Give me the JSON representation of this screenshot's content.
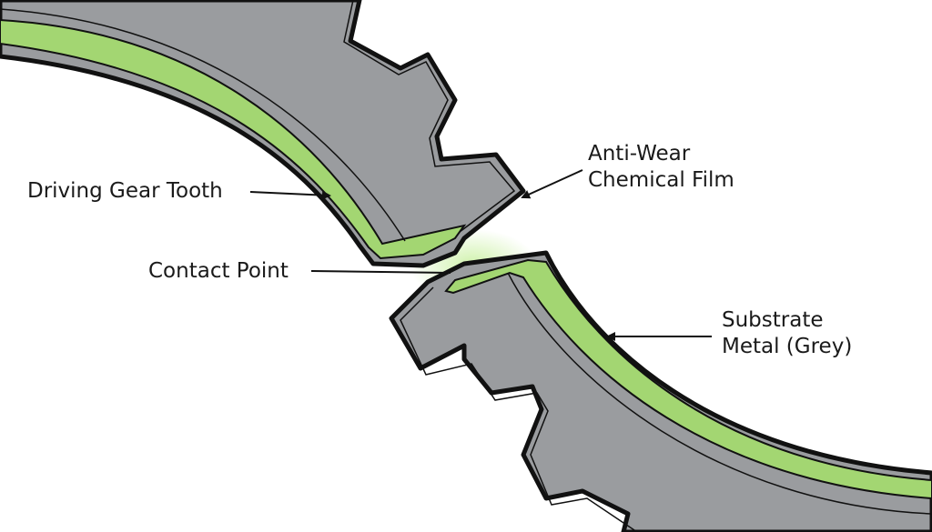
{
  "diagram": {
    "type": "labeled-cross-section",
    "subject": "Meshing gear teeth with anti-wear chemical film",
    "colors": {
      "background": "#ffffff",
      "substrate": "#9a9c9f",
      "film": "#a3d672",
      "outline": "#111111",
      "glow": "#c9f0a0"
    },
    "labels": {
      "driving_gear": "Driving Gear Tooth",
      "contact_point": "Contact Point",
      "film_line1": "Anti-Wear",
      "film_line2": "Chemical Film",
      "substrate_line1": "Substrate",
      "substrate_line2": "Metal (Grey)"
    },
    "components": [
      {
        "name": "Driving gear (upper-left)",
        "material": "substrate metal grey with green film layer"
      },
      {
        "name": "Driven gear (lower-right)",
        "material": "substrate metal grey with green film layer"
      },
      {
        "name": "Contact point",
        "description": "meeting point of two teeth with green glow"
      }
    ]
  }
}
